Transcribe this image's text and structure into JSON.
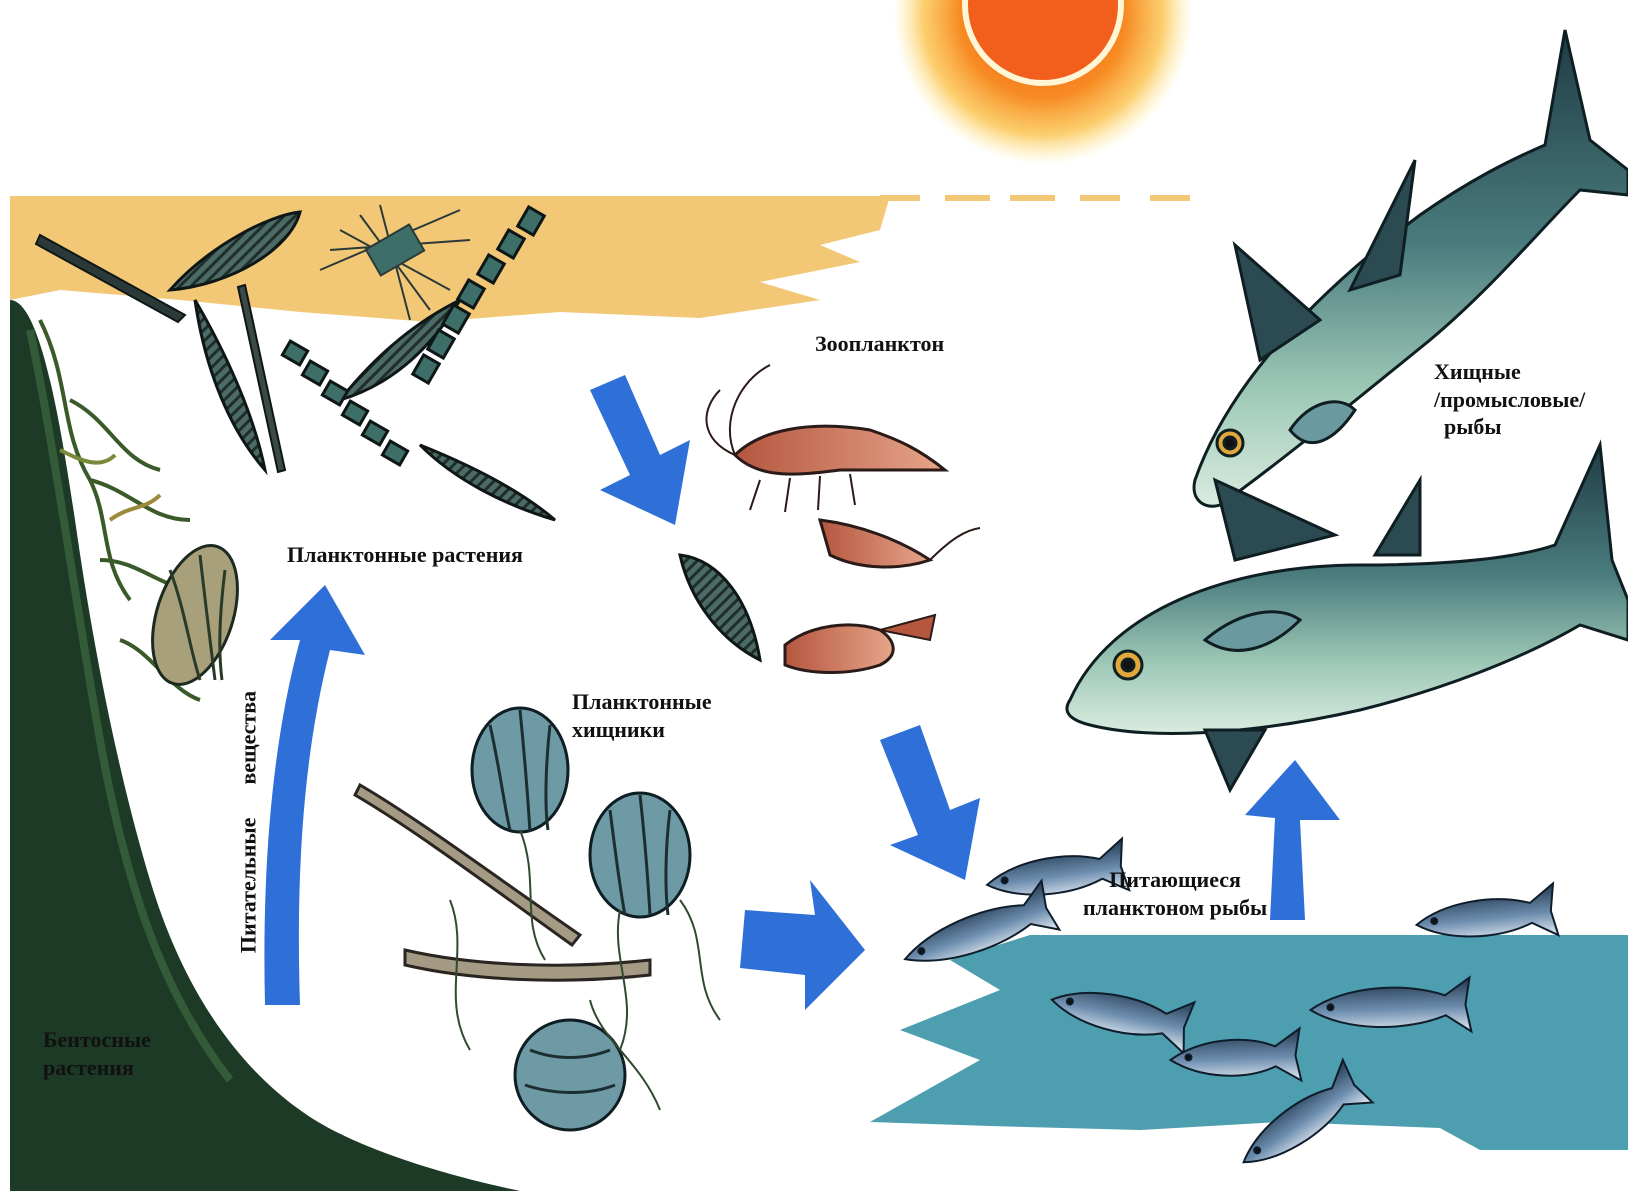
{
  "labels": {
    "zooplankton": "Зоопланктон",
    "plankton_plants": "Планктонные растения",
    "plankton_predators": [
      "Планктонные",
      "хищники"
    ],
    "plankton_feeding_fish": [
      "Питающиеся",
      "планктоном рыбы"
    ],
    "predatory_fish": [
      "Хищные",
      "/промысловые/",
      "рыбы"
    ],
    "benthic_plants": [
      "Бентосные",
      "растения"
    ],
    "nutrients": [
      "Питательные",
      "вещества"
    ]
  },
  "colors": {
    "arrow": "#2f6fd8",
    "sand": "#f2c877",
    "shelf_water": "#3a93a6",
    "sun": "#f47a1e",
    "seaweed": "#1c3a26"
  }
}
